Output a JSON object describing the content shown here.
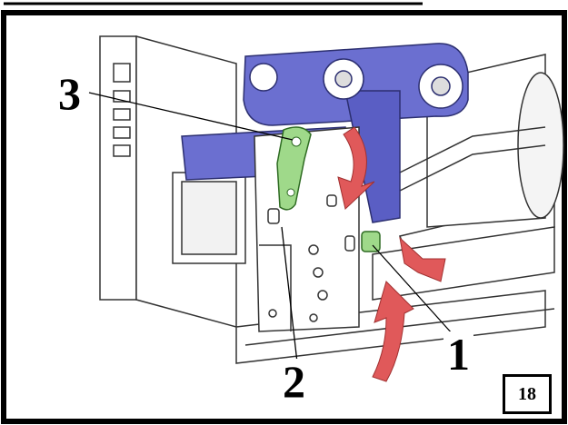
{
  "diagram": {
    "callouts": [
      {
        "label": "3",
        "part": "lever"
      },
      {
        "label": "2",
        "part": "print-head-latch"
      },
      {
        "label": "1",
        "part": "release-knob"
      }
    ],
    "page_number": "18"
  },
  "colors": {
    "ribbon": "#6b6fd0",
    "ribbon_dark": "#4a4fb0",
    "lever": "#9fd98a",
    "arrow": "#e0595a",
    "frame": "#000000",
    "line_art": "#333333"
  }
}
